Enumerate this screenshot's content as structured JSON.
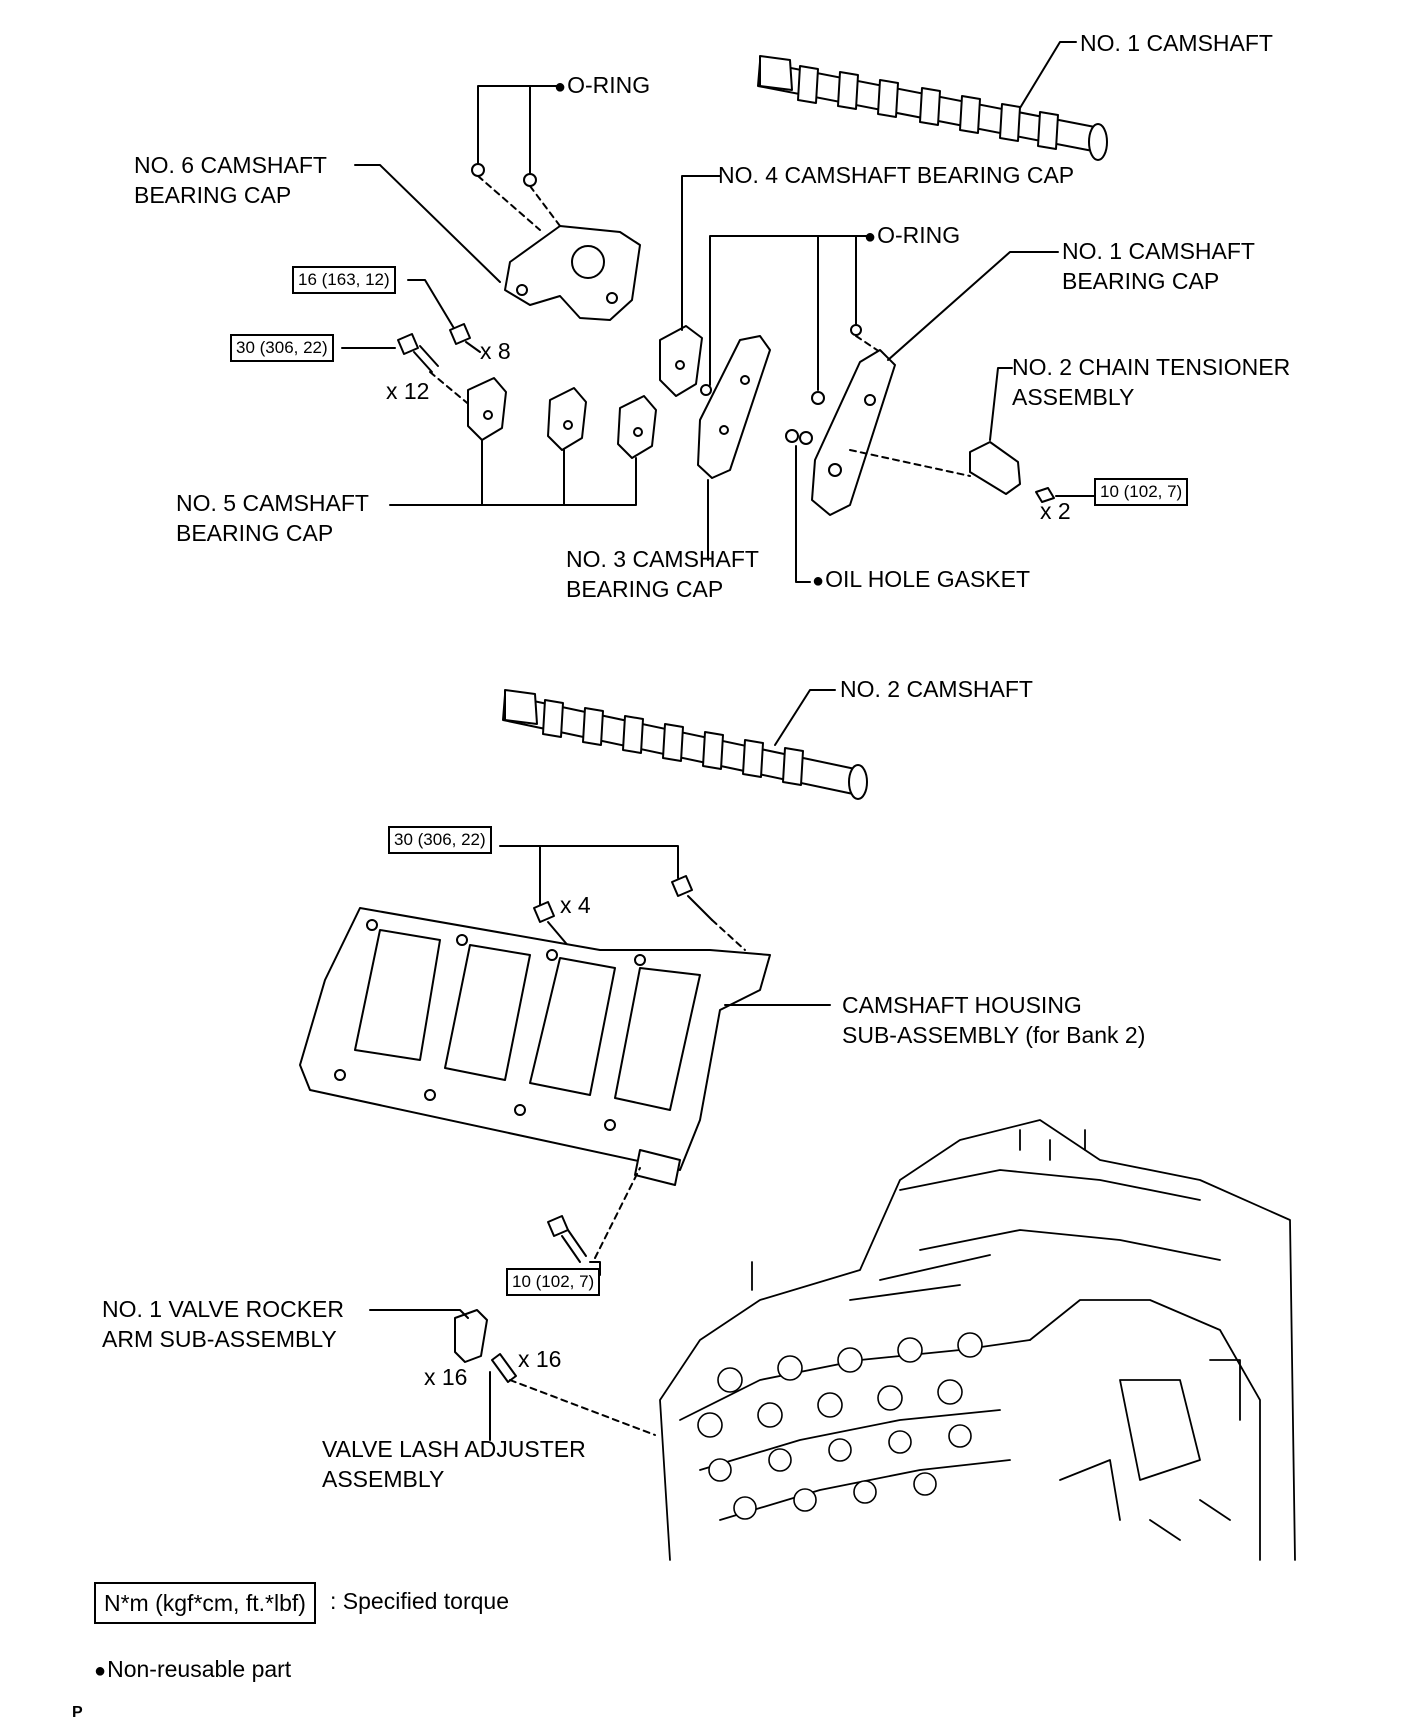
{
  "labels": {
    "camshaft1": "NO. 1 CAMSHAFT",
    "oring_top": "O-RING",
    "cap6": "NO. 6 CAMSHAFT\nBEARING CAP",
    "cap4": "NO. 4 CAMSHAFT BEARING CAP",
    "oring_mid": "O-RING",
    "cap1": "NO. 1 CAMSHAFT\nBEARING CAP",
    "tensioner": "NO. 2 CHAIN TENSIONER\nASSEMBLY",
    "cap5": "NO. 5 CAMSHAFT\nBEARING CAP",
    "cap3": "NO. 3 CAMSHAFT\nBEARING CAP",
    "oil_gasket": "OIL HOLE GASKET",
    "camshaft2": "NO. 2 CAMSHAFT",
    "housing": "CAMSHAFT HOUSING\nSUB-ASSEMBLY (for Bank 2)",
    "rocker": "NO. 1 VALVE ROCKER\nARM SUB-ASSEMBLY",
    "lash": "VALVE LASH ADJUSTER\nASSEMBLY"
  },
  "torques": {
    "t16": "16 (163, 12)",
    "t30a": "30 (306, 22)",
    "t10a": "10 (102, 7)",
    "t30b": "30 (306, 22)",
    "t10b": "10 (102, 7)"
  },
  "quantities": {
    "q8": "x 8",
    "q12": "x 12",
    "q2": "x 2",
    "q4": "x 4",
    "q16a": "x 16",
    "q16b": "x 16"
  },
  "legend": {
    "torque_box": "N*m (kgf*cm, ft.*lbf)",
    "torque_desc": ": Specified torque",
    "nonreusable": "Non-reusable part"
  },
  "footer_mark": "P"
}
